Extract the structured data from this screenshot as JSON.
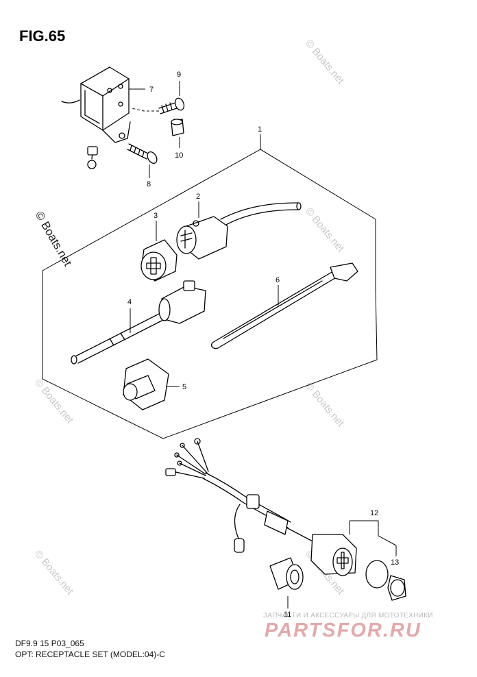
{
  "figure": {
    "title": "FIG.65",
    "code": "DF9.9 15 P03_065",
    "caption": "OPT: RECEPTACLE SET (MODEL:04)-C"
  },
  "watermark": {
    "main": "© Boats.net",
    "faint": "© Boats.net"
  },
  "advert": {
    "tagline": "ЗАПЧАСТИ И АКСЕССУАРЫ ДЛЯ МОТОТЕХНИКИ",
    "logo": "PARTSFOR.RU"
  },
  "callouts": {
    "c1": "1",
    "c2": "2",
    "c3": "3",
    "c4": "4",
    "c5": "5",
    "c6": "6",
    "c7": "7",
    "c8": "8",
    "c9": "9",
    "c10": "10",
    "c11": "11",
    "c12": "12",
    "c13": "13"
  }
}
